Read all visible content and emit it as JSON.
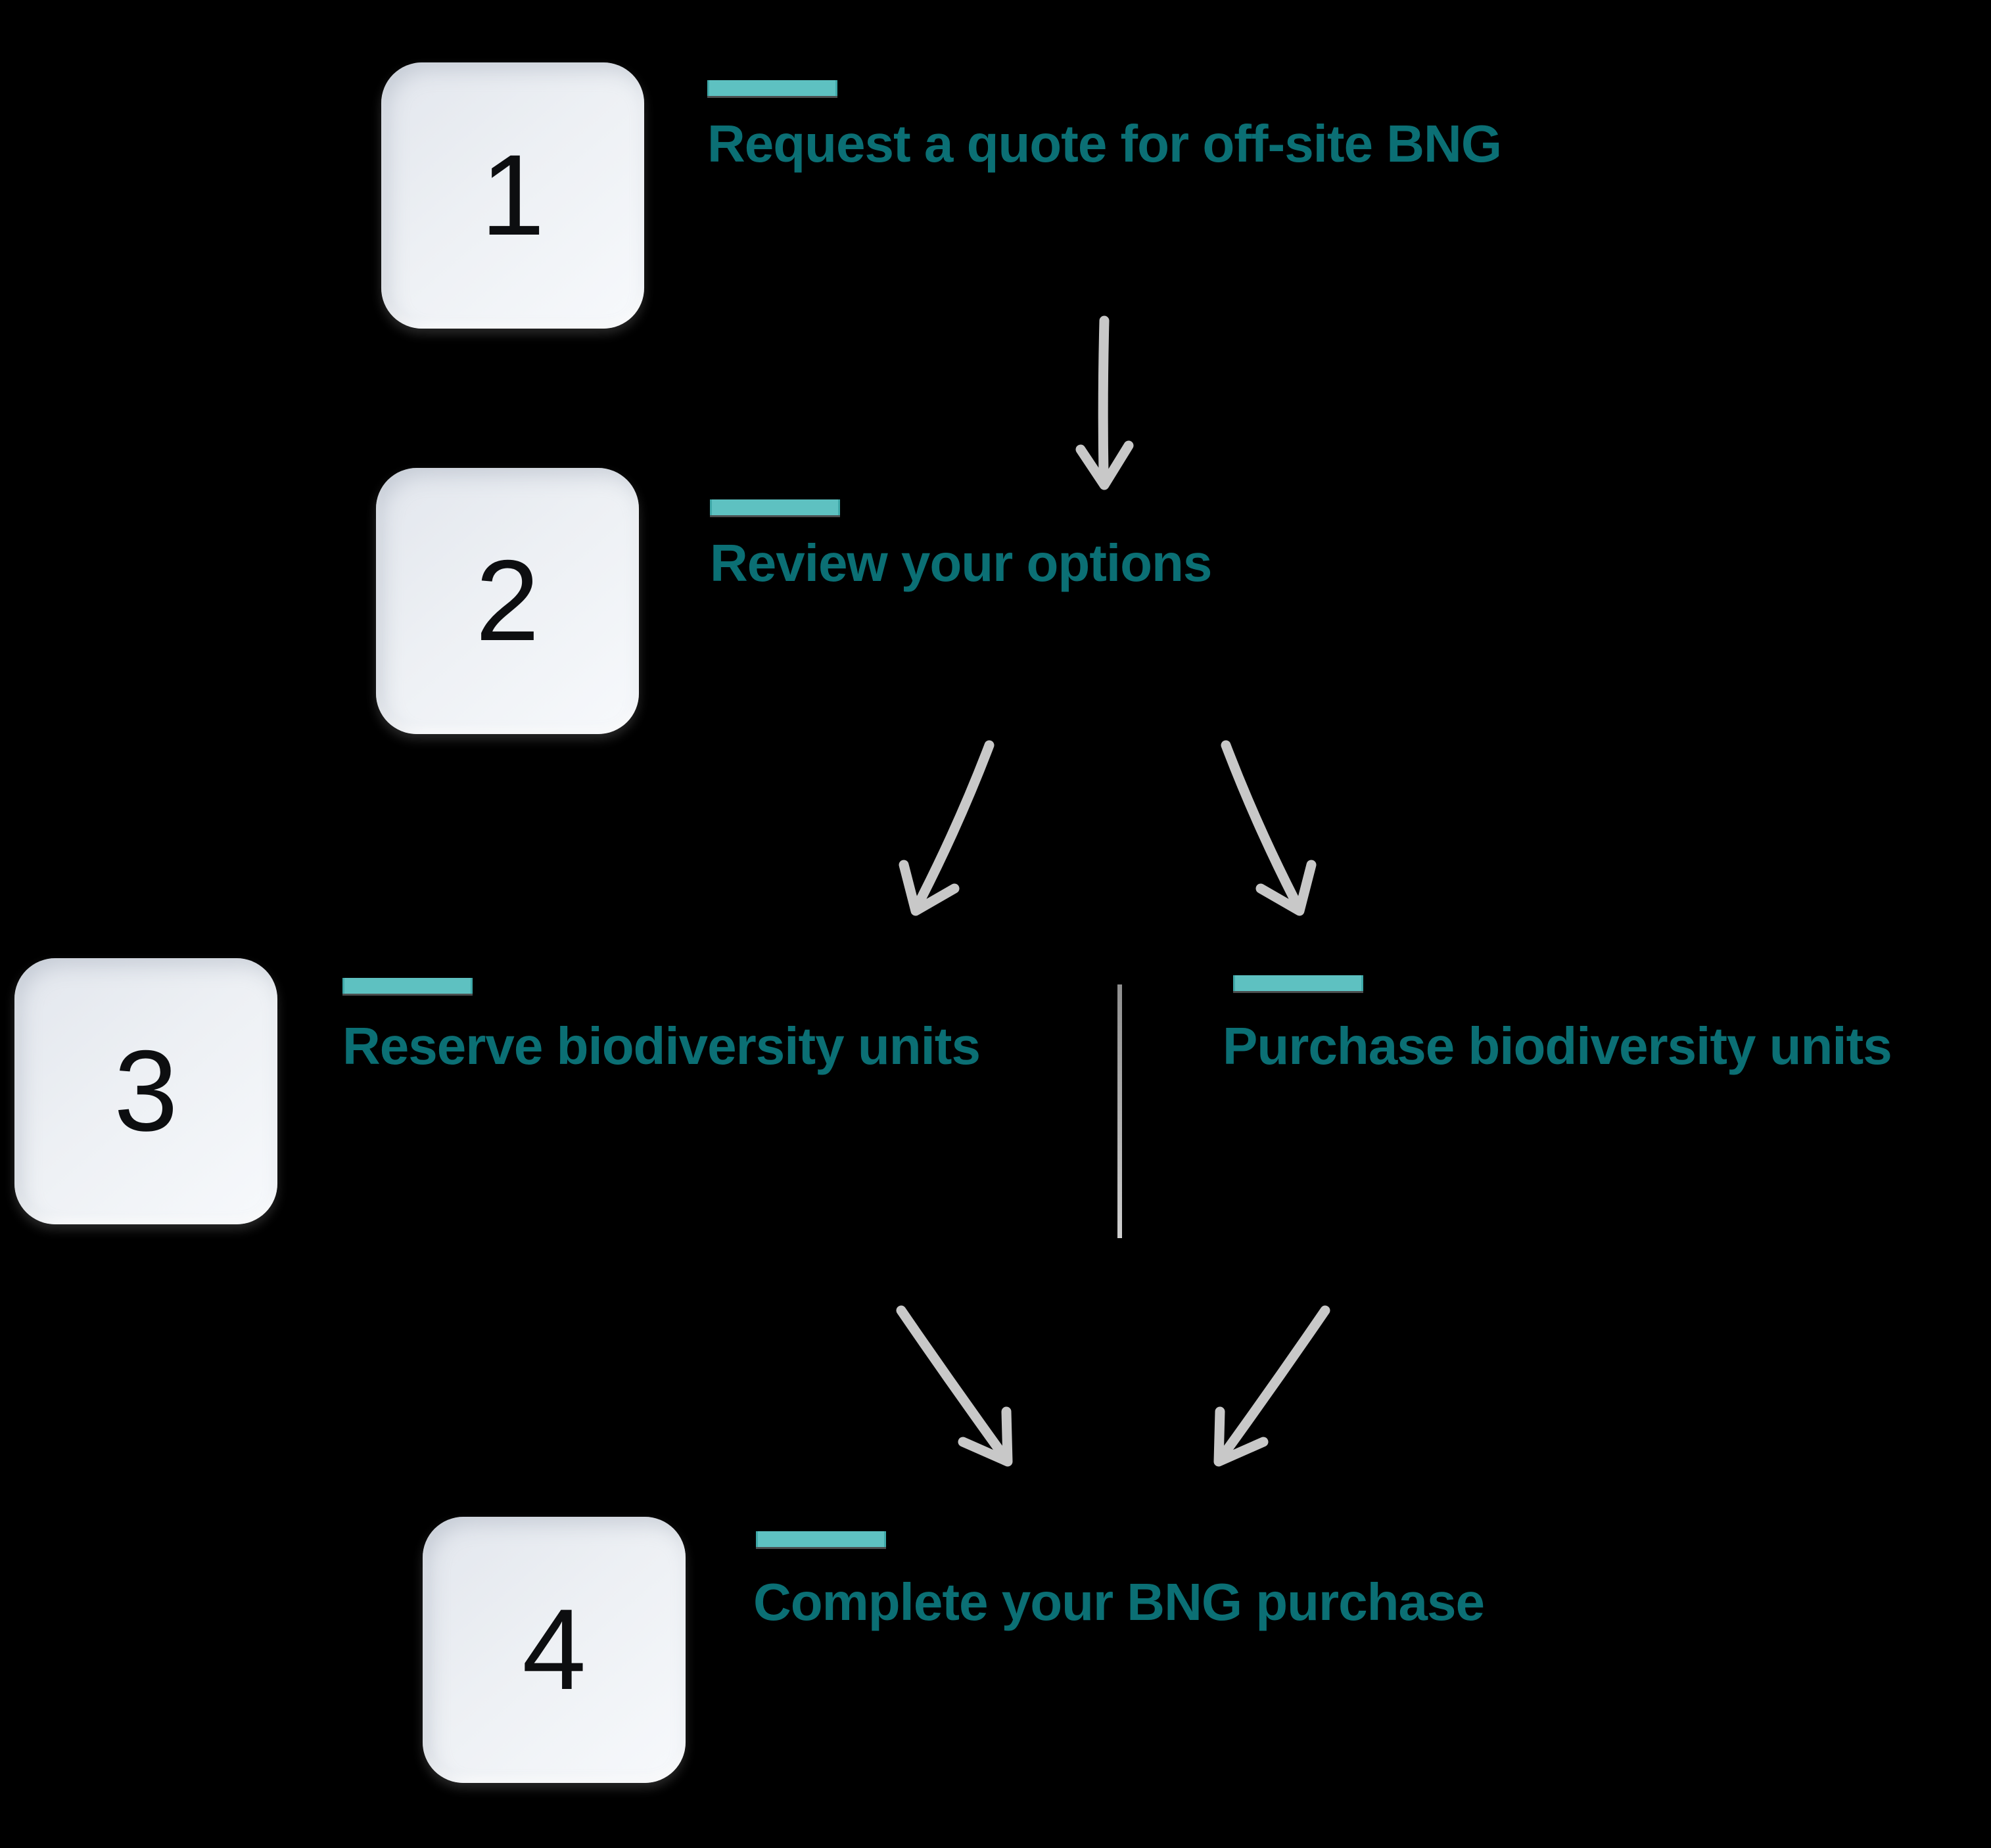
{
  "figure": {
    "type": "flowchart",
    "subject": "off-site BNG purchase process",
    "background": "#000000",
    "colors": {
      "accent_bar": "#5ec1c1",
      "heading_text": "#0b6f74",
      "arrow": "#c8c8c8",
      "divider": "#a6a6a6",
      "card_background": "#eef1f5",
      "number_text": "#0d0e10"
    },
    "steps": [
      {
        "number": "1",
        "title": "Request a quote for off-site BNG"
      },
      {
        "number": "2",
        "title": "Review your options"
      },
      {
        "number": "3",
        "branch_left": "Reserve biodiversity units",
        "branch_right": "Purchase biodiversity units"
      },
      {
        "number": "4",
        "title": "Complete your BNG purchase"
      }
    ]
  }
}
